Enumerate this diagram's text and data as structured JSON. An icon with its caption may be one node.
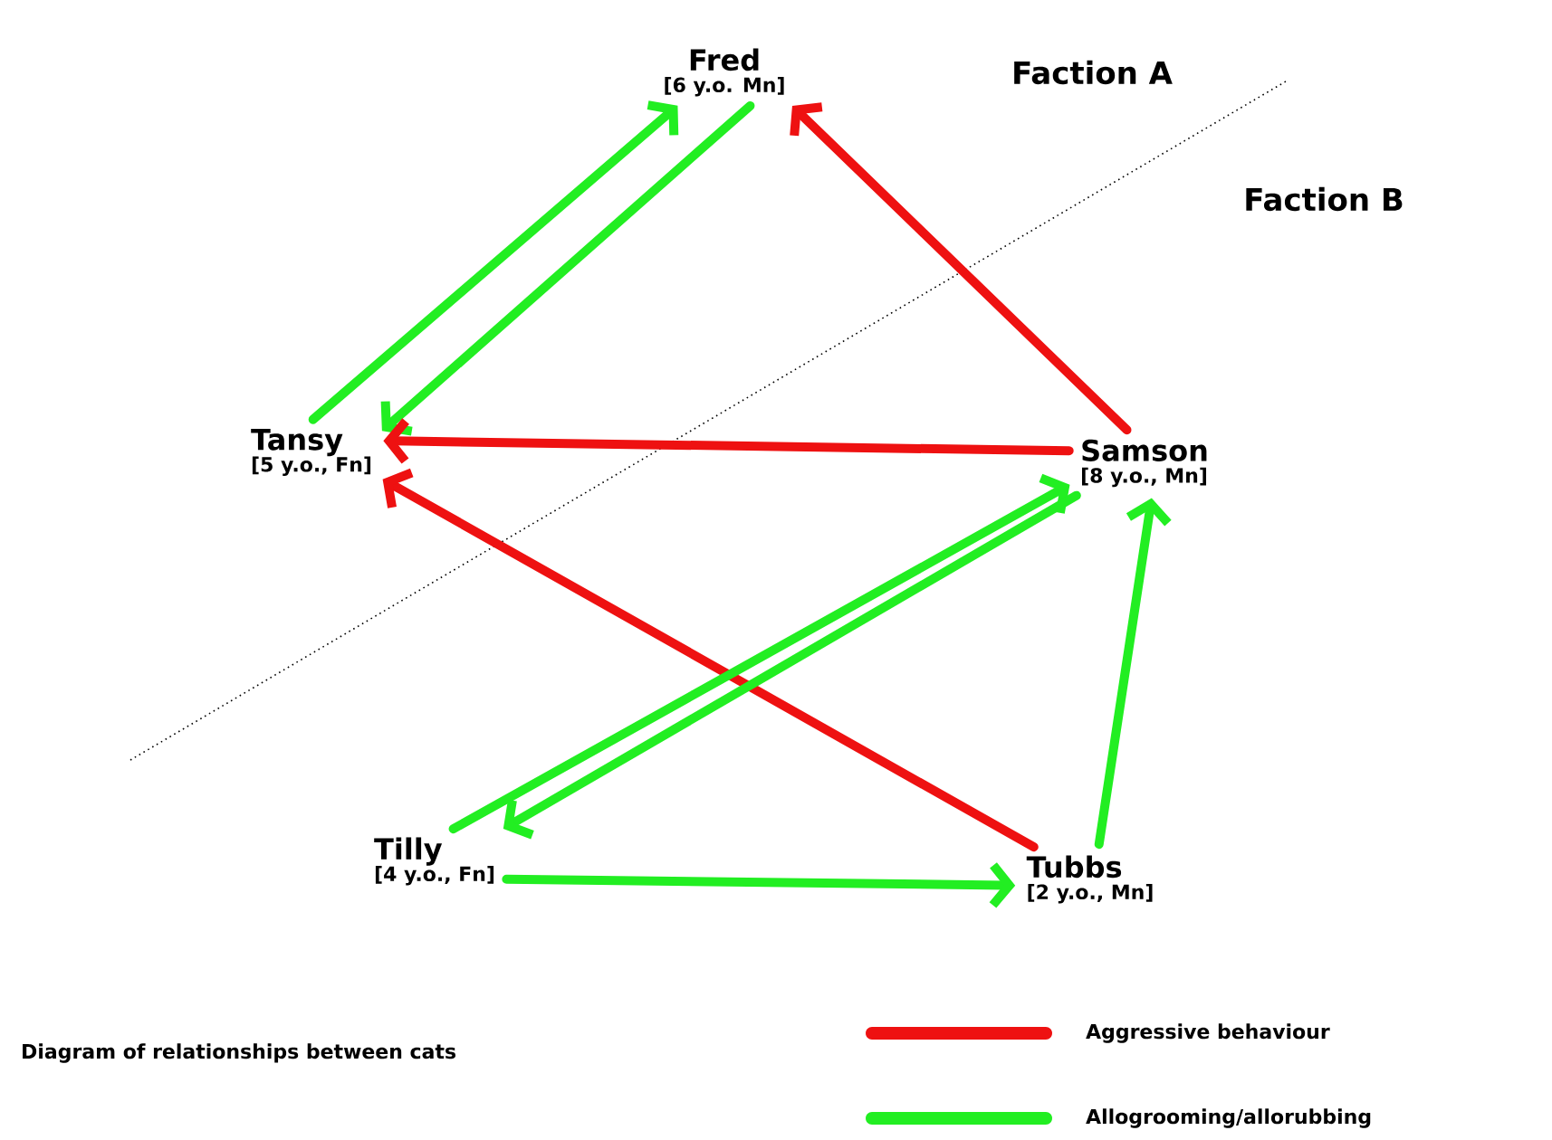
{
  "diagram": {
    "caption": "Diagram of relationships between cats",
    "nodes": [
      {
        "text": [
          "Fred",
          "[6 y.o. Mn]"
        ]
      },
      {
        "text": [
          "Tansy",
          "[5 y.o., Fn]"
        ]
      },
      {
        "text": [
          "Samson",
          "[8 y.o., Mn]"
        ]
      },
      {
        "text": [
          "Tilly",
          "[4 y.o., Fn]"
        ]
      },
      {
        "text": [
          "Tubbs",
          "[2 y.o., Mn]"
        ]
      }
    ],
    "edges": [
      {
        "from": 1,
        "to": 0,
        "arrow": "to",
        "color": "#22ee22"
      },
      {
        "from": 0,
        "to": 1,
        "arrow": "to",
        "color": "#22ee22"
      },
      {
        "from": 2,
        "to": 0,
        "arrow": "to",
        "color": "#ee1111"
      },
      {
        "from": 2,
        "to": 1,
        "arrow": "to",
        "color": "#ee1111"
      },
      {
        "from": 4,
        "to": 1,
        "arrow": "to",
        "color": "#ee1111"
      },
      {
        "from": 3,
        "to": 2,
        "arrow": "to",
        "color": "#22ee22"
      },
      {
        "from": 2,
        "to": 3,
        "arrow": "to",
        "color": "#22ee22"
      },
      {
        "from": 3,
        "to": 4,
        "arrow": "to",
        "color": "#22ee22"
      },
      {
        "from": 4,
        "to": 2,
        "arrow": "to",
        "color": "#22ee22"
      }
    ],
    "labels": [
      "Faction A",
      "Faction B"
    ],
    "legend": [
      {
        "text": "Aggressive behaviour",
        "color": "#ee1111"
      },
      {
        "text": "Allogrooming/allorubbing",
        "color": "#22ee22"
      }
    ]
  }
}
